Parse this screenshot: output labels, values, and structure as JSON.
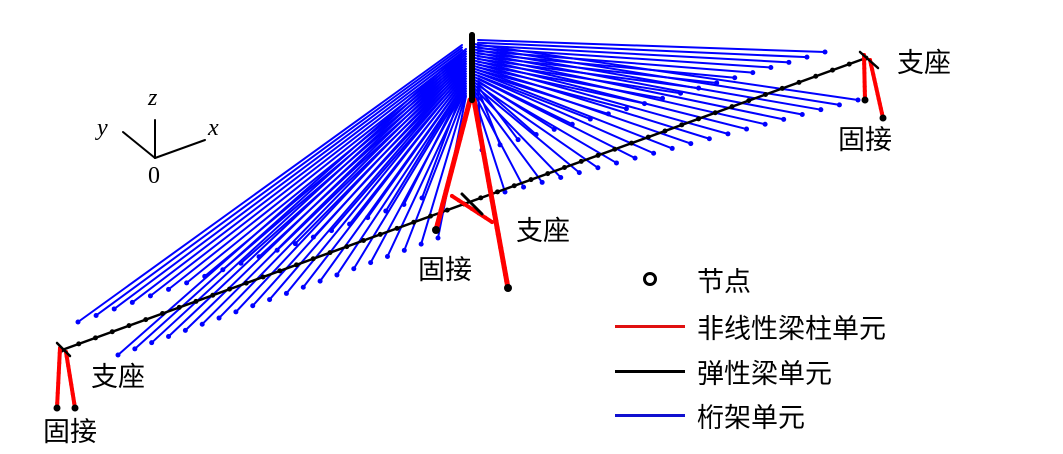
{
  "labels": {
    "support": "支座",
    "fixed": "固接"
  },
  "axes": {
    "x": "x",
    "y": "y",
    "z": "z",
    "origin": "0"
  },
  "legend": [
    {
      "label": "节点",
      "symbol": "circle",
      "color": "#000000"
    },
    {
      "label": "非线性梁柱单元",
      "symbol": "line",
      "color": "#ff0000"
    },
    {
      "label": "弹性梁单元",
      "symbol": "line",
      "color": "#000000"
    },
    {
      "label": "桁架单元",
      "symbol": "line",
      "color": "#0000ff"
    }
  ],
  "colors": {
    "cable": "#0000ff",
    "nonlinear": "#ff0000",
    "elastic": "#000000"
  }
}
